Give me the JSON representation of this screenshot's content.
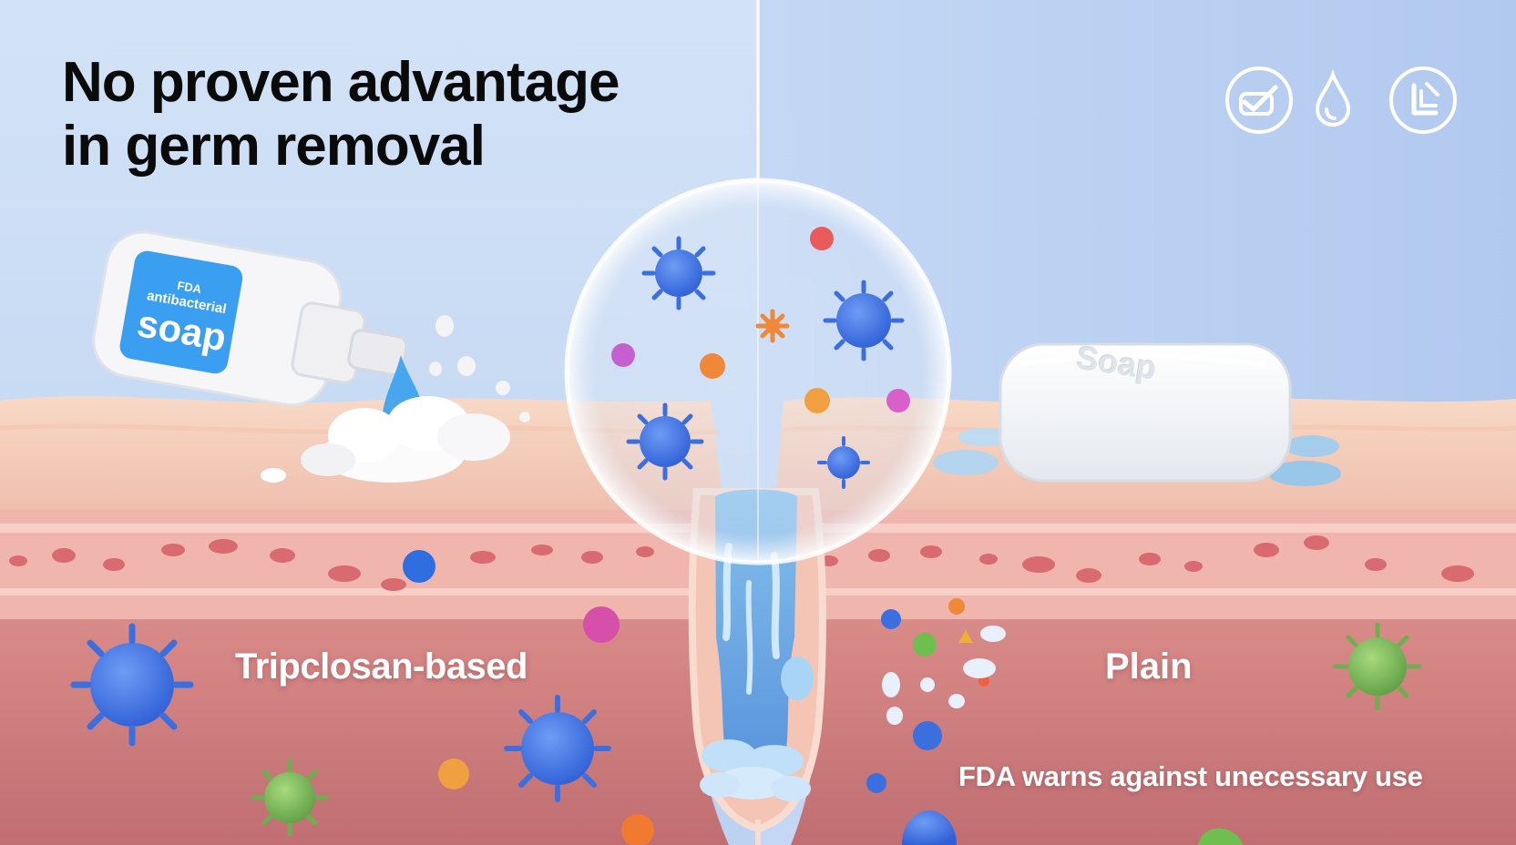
{
  "headline": {
    "line1": "No proven advantage",
    "line2": "in germ removal"
  },
  "left_panel": {
    "label": "Tripclosan-based",
    "bottle_label": {
      "line1": "FDA",
      "line2": "antibacterial",
      "line3": "soap"
    }
  },
  "right_panel": {
    "label": "Plain",
    "bar_soap_text": "Soap",
    "warning": "FDA warns against unecessary use"
  },
  "icons": [
    "check-badge-icon",
    "water-drop-icon",
    "rinse-badge-icon"
  ],
  "colors": {
    "sky_top": "#c9dcf4",
    "sky_bottom": "#b8cdf0",
    "skin_surface": "#f5cdb8",
    "dermis": "#cc7a7a",
    "germ_blue": "#3b6fe0",
    "germ_green": "#7fbf5a",
    "germ_orange": "#f0883a",
    "soap_blue": "#3aa0ee",
    "water": "#5aa8e8"
  }
}
